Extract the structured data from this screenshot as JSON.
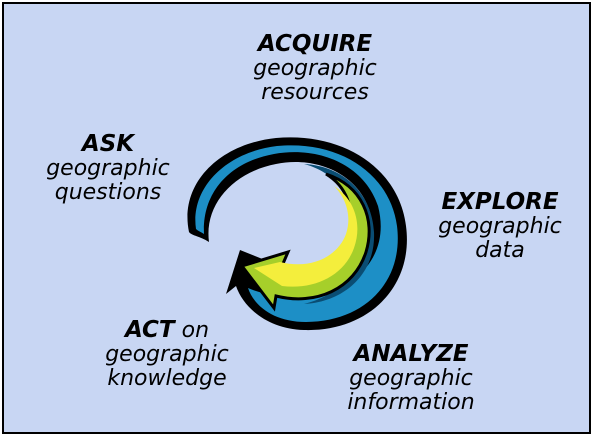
{
  "colors": {
    "background": "#c8d6f3",
    "swirl_blue": "#1d8fc6",
    "swirl_dark": "#0a4d73",
    "arrow_green": "#a6cf2a",
    "arrow_yellow": "#f4ee3c",
    "outline": "#000000"
  },
  "steps": [
    {
      "keyword": "ACQUIRE",
      "rest": "",
      "lines": [
        "geographic",
        "resources"
      ]
    },
    {
      "keyword": "EXPLORE",
      "rest": "",
      "lines": [
        "geographic",
        "data"
      ]
    },
    {
      "keyword": "ANALYZE",
      "rest": "",
      "lines": [
        "geographic",
        "information"
      ]
    },
    {
      "keyword": "ACT",
      "rest": " on",
      "lines": [
        "geographic",
        "knowledge"
      ]
    },
    {
      "keyword": "ASK",
      "rest": "",
      "lines": [
        "geographic",
        "questions"
      ]
    }
  ]
}
